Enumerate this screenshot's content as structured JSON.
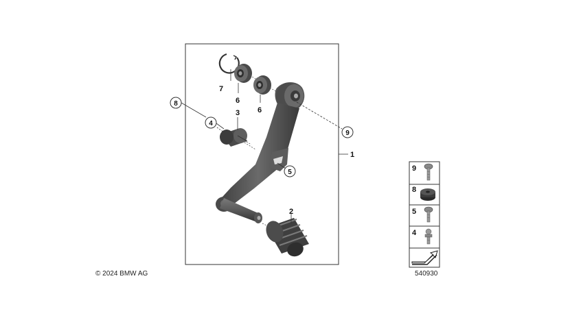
{
  "copyright": "© 2024 BMW AG",
  "diagram_number": "540930",
  "callouts": {
    "c1": "1",
    "c2": "2",
    "c3": "3",
    "c4": "4",
    "c5": "5",
    "c6a": "6",
    "c6b": "6",
    "c7": "7",
    "c8": "8",
    "c9": "9"
  },
  "side_panel": [
    {
      "label": "9",
      "icon": "bolt-icon"
    },
    {
      "label": "8",
      "icon": "rubber-buffer-icon"
    },
    {
      "label": "5",
      "icon": "screw-icon"
    },
    {
      "label": "4",
      "icon": "ball-stud-icon"
    }
  ],
  "colors": {
    "part_dark": "#4a4a4a",
    "part_mid": "#6b6b6b",
    "part_light": "#8d8d8d",
    "line": "#222222"
  }
}
